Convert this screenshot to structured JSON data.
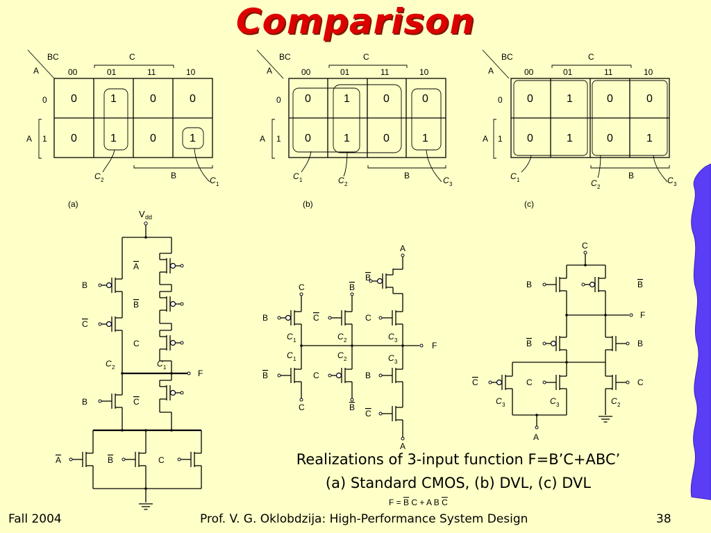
{
  "title": "Comparison",
  "kmaps": [
    {
      "id": "a",
      "label": "(a)",
      "ox": 40,
      "cells": [
        [
          "0",
          "1",
          "0",
          "0"
        ],
        [
          "0",
          "1",
          "0",
          "1"
        ]
      ],
      "cover": [
        "C2",
        "B",
        "C1"
      ]
    },
    {
      "id": "b",
      "label": "(b)",
      "ox": 370,
      "cells": [
        [
          "0",
          "1",
          "0",
          "0"
        ],
        [
          "0",
          "1",
          "0",
          "1"
        ]
      ],
      "cover": [
        "C1",
        "C2",
        "B",
        "C3"
      ]
    },
    {
      "id": "c",
      "label": "(c)",
      "ox": 695,
      "cells": [
        [
          "0",
          "1",
          "0",
          "0"
        ],
        [
          "0",
          "1",
          "0",
          "1"
        ]
      ],
      "cover": [
        "C1",
        "C2",
        "B",
        "C3"
      ]
    }
  ],
  "kmap_labels": {
    "bc": "BC",
    "c": "C",
    "a": "A",
    "cols": [
      "00",
      "01",
      "11",
      "10"
    ],
    "rows": [
      "0",
      "1"
    ],
    "b": "B",
    "a_side": "A"
  },
  "circuit_labels": {
    "vdd": "V",
    "vdd_sub": "dd",
    "f": "F",
    "a": "A",
    "b": "B",
    "c": "C",
    "c1": "C",
    "c2": "C",
    "c3": "C",
    "s1": "1",
    "s2": "2",
    "s3": "3"
  },
  "caption": {
    "line1": "Realizations of 3-input function F=B’C+ABC’",
    "line2": "(a) Standard CMOS, (b) DVL, (c) DVL"
  },
  "formula": {
    "f": "F =",
    "b": "B",
    "c1": "C + A B",
    "c2": "C"
  },
  "footer": {
    "left": "Fall 2004",
    "center": "Prof. V. G. Oklobdzija: High-Performance System Design",
    "page": "38"
  },
  "decor": {
    "ribbon_color": "#5b3df5",
    "title_color": "#dd0000",
    "bg": "#ffffc8"
  }
}
